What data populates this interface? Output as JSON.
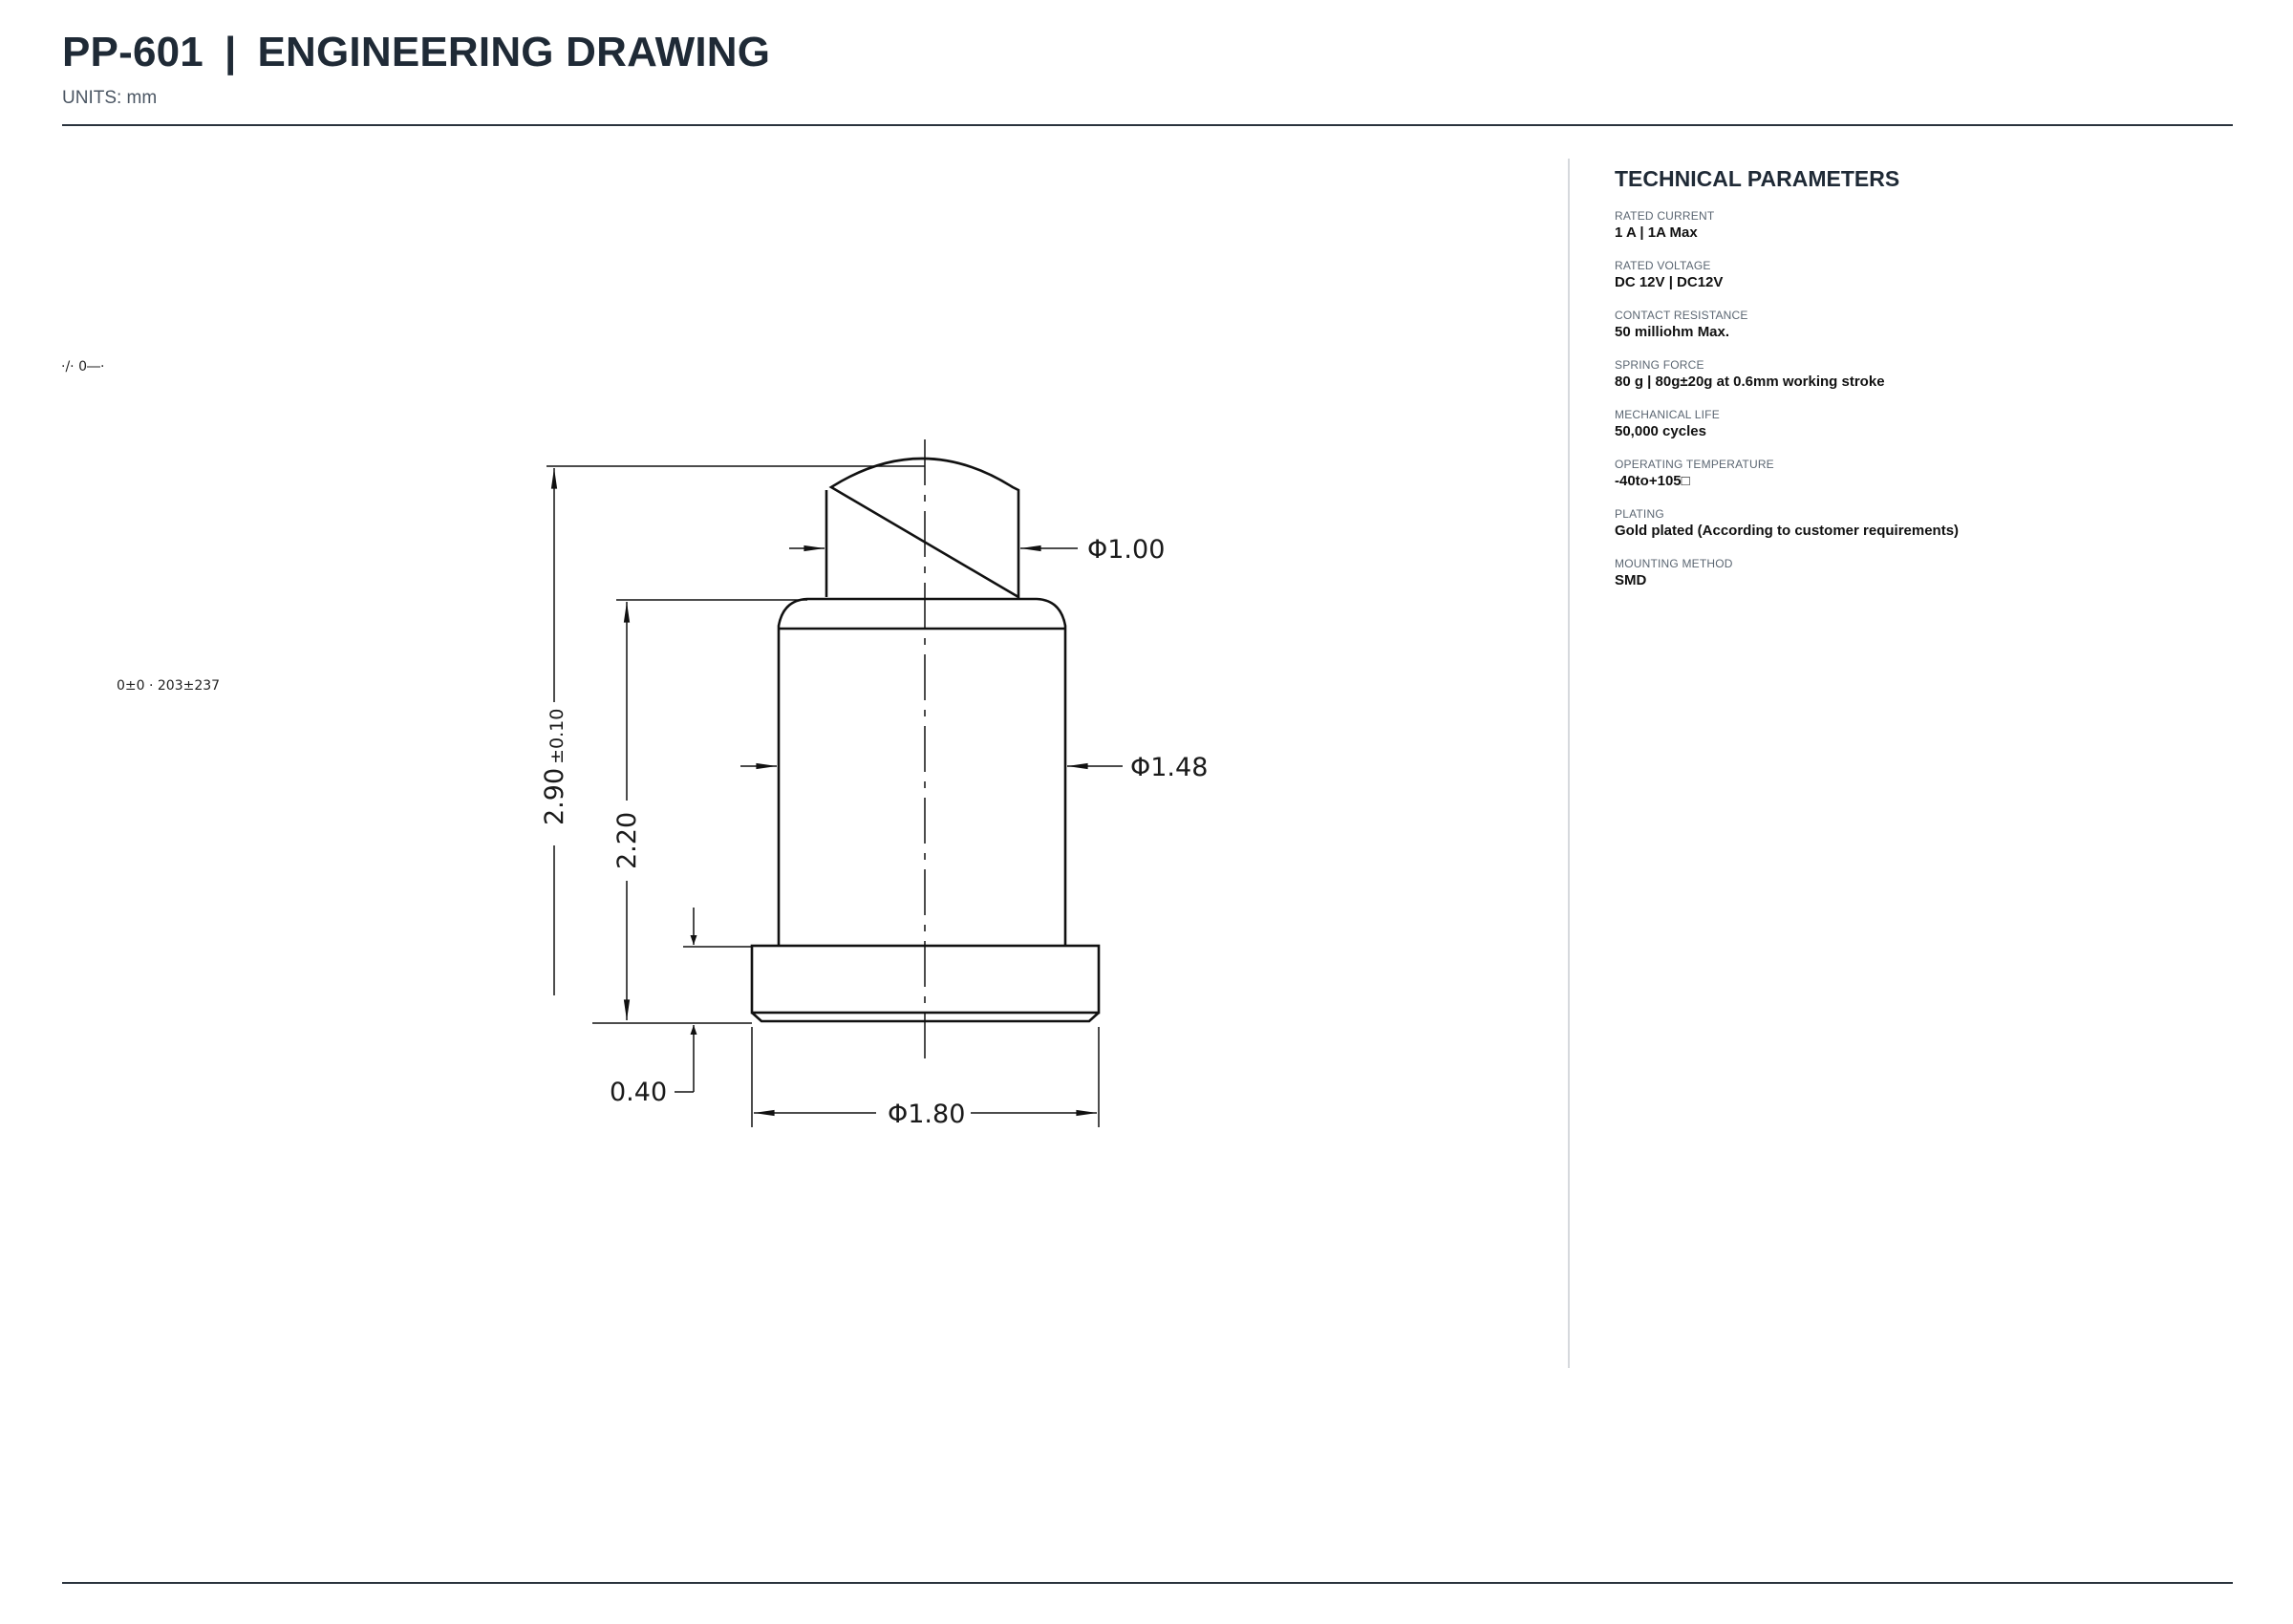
{
  "header": {
    "part_number": "PP-601",
    "separator": "|",
    "title": "ENGINEERING DRAWING",
    "units": "UNITS: mm"
  },
  "drawing": {
    "dimensions": {
      "overall_height": "2.90",
      "overall_height_tol": "±0.10",
      "barrel_height": "2.20",
      "base_thickness": "0.40",
      "tip_diameter": "Φ1.00",
      "barrel_diameter": "Φ1.48",
      "base_diameter": "Φ1.80"
    },
    "artifact_text_1": "·/· 0―·",
    "artifact_text_2": "0±0 · 203±237"
  },
  "parameters": {
    "title": "TECHNICAL PARAMETERS",
    "items": [
      {
        "label": "RATED CURRENT",
        "value": "1 A | 1A Max"
      },
      {
        "label": "RATED VOLTAGE",
        "value": "DC 12V | DC12V"
      },
      {
        "label": "CONTACT RESISTANCE",
        "value": "50 milliohm Max."
      },
      {
        "label": "SPRING FORCE",
        "value": "80 g | 80g±20g at 0.6mm working stroke"
      },
      {
        "label": "MECHANICAL LIFE",
        "value": "50,000 cycles"
      },
      {
        "label": "OPERATING TEMPERATURE",
        "value": "-40to+105□"
      },
      {
        "label": "PLATING",
        "value": "Gold plated (According to customer requirements)"
      },
      {
        "label": "MOUNTING METHOD",
        "value": "SMD"
      }
    ]
  }
}
